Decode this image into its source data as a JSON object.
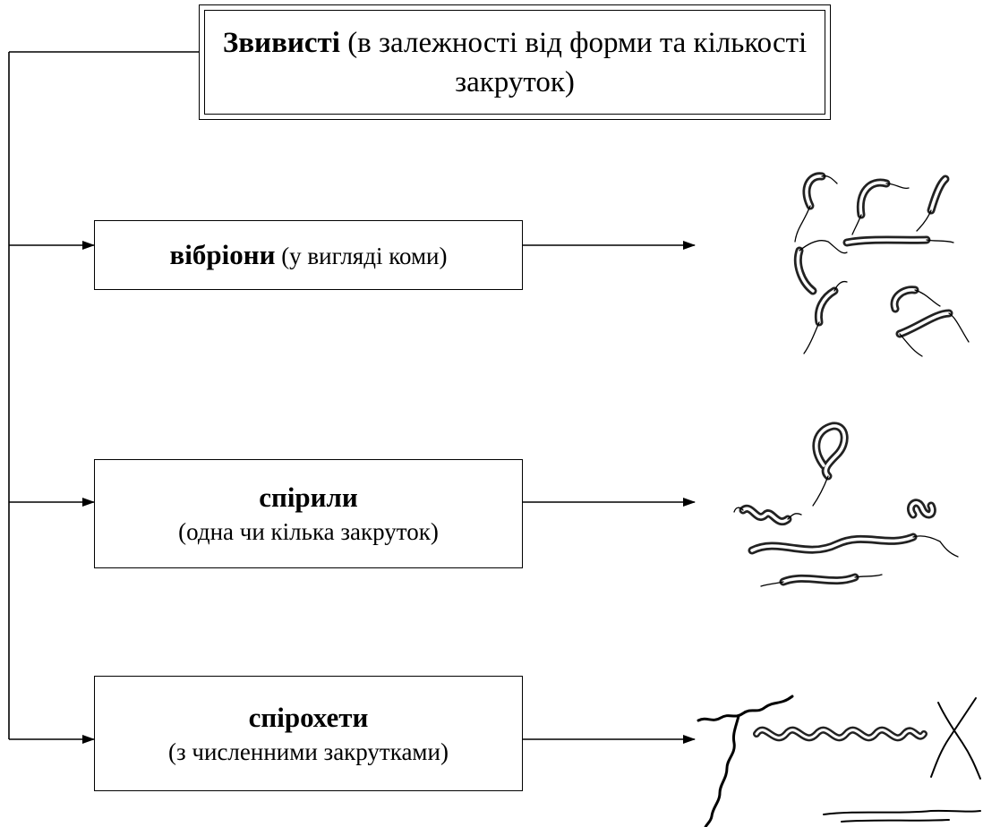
{
  "root": {
    "title_bold": "Звивисті",
    "title_rest": " (в залежності від форми та кількості закруток)"
  },
  "children": [
    {
      "name": "вібріони",
      "desc": " (у вигляді коми)"
    },
    {
      "name": "спірили",
      "desc": "(одна чи кілька закруток)"
    },
    {
      "name": "спірохети",
      "desc": "(з численними закрутками)"
    }
  ],
  "illustrations": [
    {
      "name": "vibrio-illustration"
    },
    {
      "name": "spirillum-illustration"
    },
    {
      "name": "spirochete-illustration"
    }
  ]
}
